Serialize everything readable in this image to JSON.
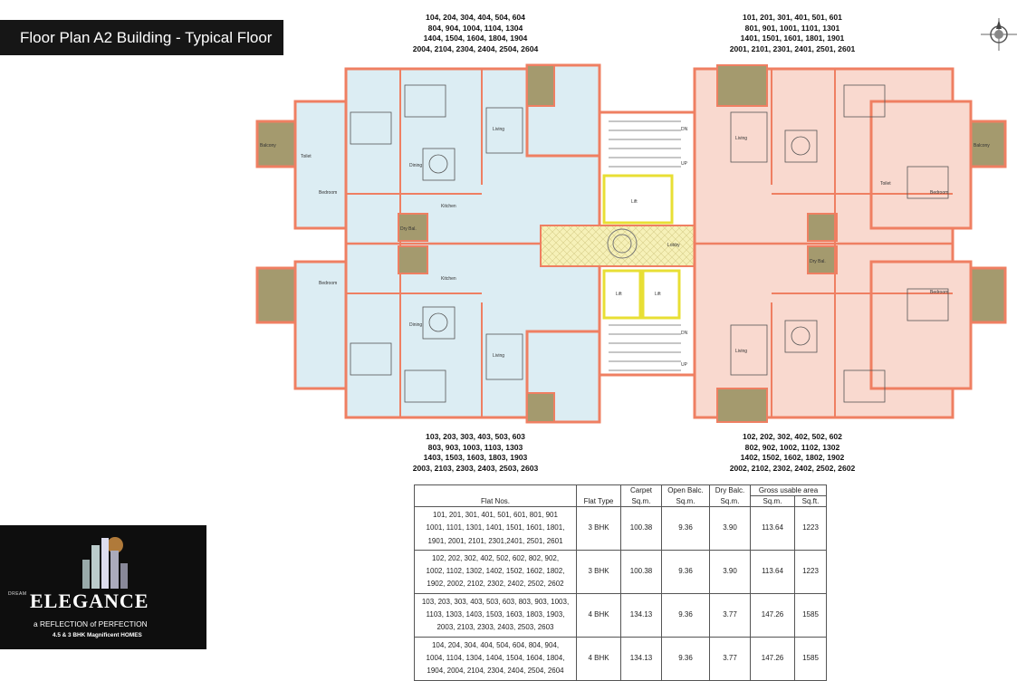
{
  "page": {
    "title": "Floor Plan A2 Building - Typical Floor"
  },
  "flat_labels": {
    "top_left": [
      "104, 204, 304, 404, 504, 604",
      "804, 904, 1004, 1104, 1304",
      "1404, 1504, 1604, 1804, 1904",
      "2004, 2104, 2304, 2404, 2504, 2604"
    ],
    "top_right": [
      "101, 201, 301, 401, 501, 601",
      "801, 901, 1001, 1101, 1301",
      "1401, 1501, 1601, 1801, 1901",
      "2001, 2101, 2301, 2401, 2501, 2601"
    ],
    "bottom_left": [
      "103, 203, 303, 403, 503, 603",
      "803, 903, 1003, 1103, 1303",
      "1403, 1503, 1603, 1803, 1903",
      "2003, 2103, 2303, 2403, 2503, 2603"
    ],
    "bottom_right": [
      "102, 202, 302, 402, 502, 602",
      "802, 902, 1002, 1102, 1302",
      "1402, 1502, 1602, 1802, 1902",
      "2002, 2102, 2302, 2402, 2502, 2602"
    ]
  },
  "plan": {
    "rooms": {
      "bedroom": "Bedroom",
      "balcony": "Balcony",
      "toilet": "Toilet",
      "living": "Living",
      "dining": "Dining",
      "kitchen": "Kitchen",
      "lobby": "Lobby",
      "lift": "Lift",
      "dry_bal": "Dry Bal.",
      "up": "UP",
      "dn": "DN"
    },
    "colors": {
      "wall": "#ef7f62",
      "left_wing": "#dcedf3",
      "right_wing": "#f9d9cf",
      "lobby": "#f6f1b8",
      "balcony": "#a49a6e",
      "lift_outline": "#e8df34"
    }
  },
  "logo": {
    "dream": "DREAM",
    "brand": "ELEGANCE",
    "tagline": "a REFLECTION of PERFECTION",
    "subtitle": "4.5 & 3 BHK Magnificent HOMES"
  },
  "area_table": {
    "headers": {
      "flat_nos": "Flat Nos.",
      "flat_type": "Flat Type",
      "carpet": "Carpet",
      "open_balc": "Open Balc.",
      "dry_balc": "Dry Balc.",
      "gross": "Gross usable area",
      "sqm": "Sq.m.",
      "sqft": "Sq.ft."
    },
    "rows": [
      {
        "flats": [
          "101, 201, 301, 401, 501, 601, 801, 901",
          "1001, 1101, 1301, 1401, 1501, 1601, 1801,",
          "1901, 2001, 2101, 2301,2401, 2501, 2601"
        ],
        "type": "3 BHK",
        "carpet": "100.38",
        "open_balc": "9.36",
        "dry_balc": "3.90",
        "gross_sqm": "113.64",
        "gross_sqft": "1223"
      },
      {
        "flats": [
          "102, 202, 302, 402, 502, 602, 802, 902,",
          "1002, 1102, 1302, 1402, 1502, 1602, 1802,",
          "1902, 2002, 2102, 2302, 2402, 2502, 2602"
        ],
        "type": "3 BHK",
        "carpet": "100.38",
        "open_balc": "9.36",
        "dry_balc": "3.90",
        "gross_sqm": "113.64",
        "gross_sqft": "1223"
      },
      {
        "flats": [
          "103, 203, 303, 403, 503, 603, 803, 903, 1003,",
          "1103, 1303, 1403, 1503, 1603, 1803, 1903,",
          "2003, 2103, 2303, 2403, 2503, 2603"
        ],
        "type": "4 BHK",
        "carpet": "134.13",
        "open_balc": "9.36",
        "dry_balc": "3.77",
        "gross_sqm": "147.26",
        "gross_sqft": "1585"
      },
      {
        "flats": [
          "104, 204, 304, 404, 504, 604, 804, 904,",
          "1004, 1104, 1304, 1404, 1504, 1604, 1804,",
          "1904, 2004, 2104, 2304, 2404, 2504, 2604"
        ],
        "type": "4 BHK",
        "carpet": "134.13",
        "open_balc": "9.36",
        "dry_balc": "3.77",
        "gross_sqm": "147.26",
        "gross_sqft": "1585"
      }
    ]
  }
}
